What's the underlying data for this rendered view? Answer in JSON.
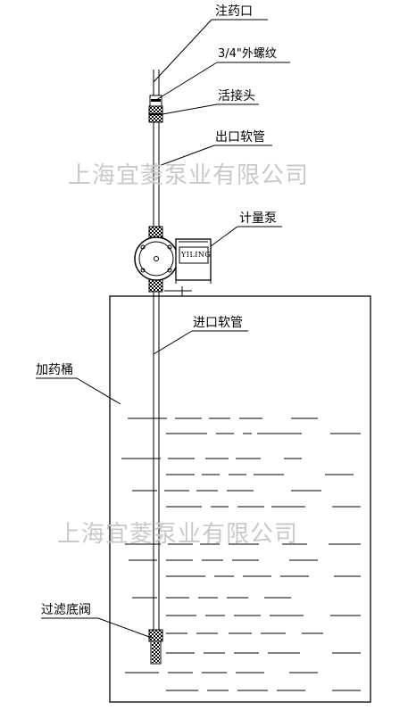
{
  "labels": {
    "injection_port": "注药口",
    "external_thread": "3/4\"外螺纹",
    "union_joint": "活接头",
    "outlet_hose": "出口软管",
    "metering_pump": "计量泵",
    "inlet_hose": "进口软管",
    "dosing_tank": "加药桶",
    "foot_valve": "过滤底阀"
  },
  "pump_badge": "YILING",
  "watermark": "上海宜菱泵业有限公司"
}
